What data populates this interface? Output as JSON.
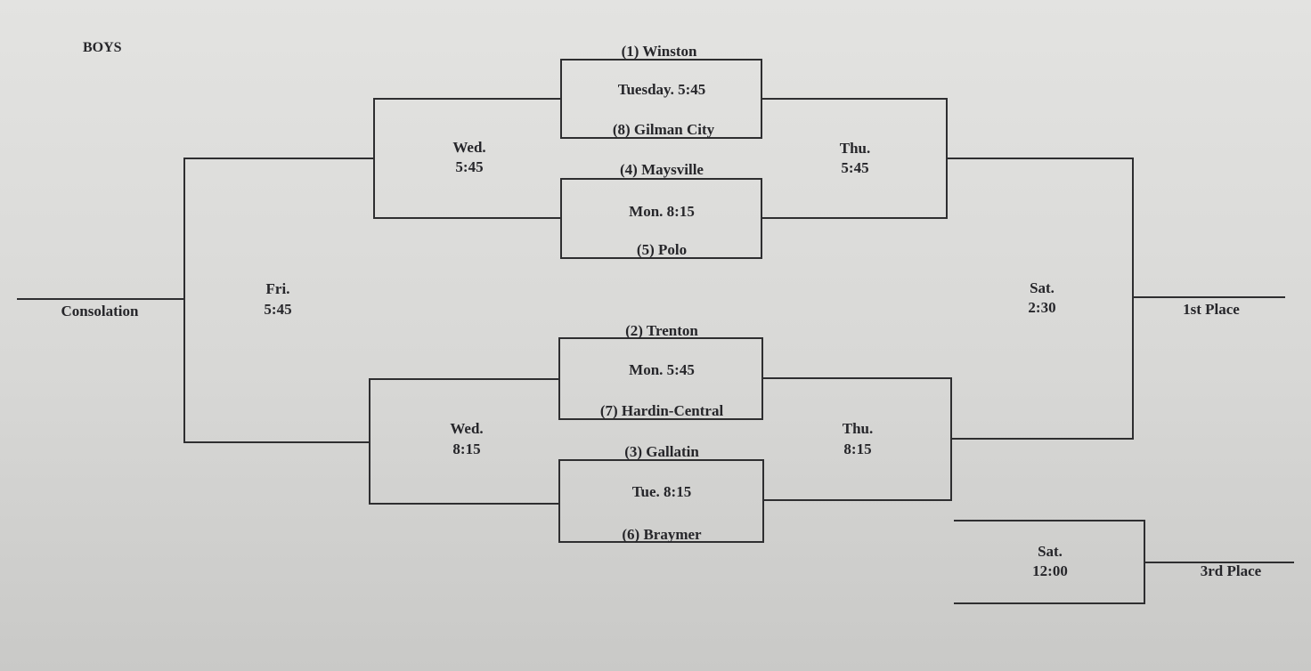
{
  "title": "BOYS",
  "first_round": [
    {
      "top": "(1) Winston",
      "time": "Tuesday. 5:45",
      "bottom": "(8) Gilman City"
    },
    {
      "top": "(4) Maysville",
      "time": "Mon. 8:15",
      "bottom": "(5) Polo"
    },
    {
      "top": "(2) Trenton",
      "time": "Mon. 5:45",
      "bottom": "(7) Hardin-Central"
    },
    {
      "top": "(3) Gallatin",
      "time": "Tue. 8:15",
      "bottom": "(6) Braymer"
    }
  ],
  "consolation_round": {
    "wed_top": {
      "day": "Wed.",
      "time": "5:45"
    },
    "wed_bottom": {
      "day": "Wed.",
      "time": "8:15"
    },
    "fri": {
      "day": "Fri.",
      "time": "5:45"
    },
    "label": "Consolation"
  },
  "winners_round": {
    "thu_top": {
      "day": "Thu.",
      "time": "5:45"
    },
    "thu_bottom": {
      "day": "Thu.",
      "time": "8:15"
    },
    "final": {
      "day": "Sat.",
      "time": "2:30"
    },
    "first_place_label": "1st Place"
  },
  "third_place": {
    "day": "Sat.",
    "time": "12:00",
    "label": "3rd Place"
  }
}
